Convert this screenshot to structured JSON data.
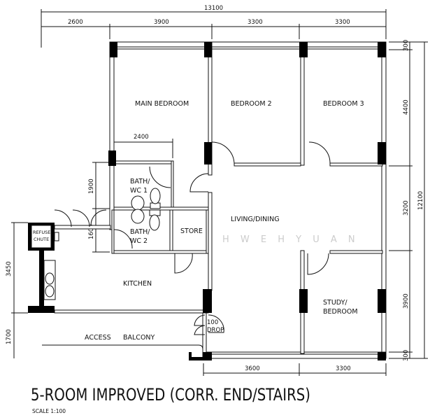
{
  "title": "5-ROOM IMPROVED (CORR. END/STAIRS)",
  "scale": "SCALE  1:100",
  "watermark": "H W E H Y U A N",
  "rooms": {
    "main_bedroom": "MAIN BEDROOM",
    "bedroom2": "BEDROOM 2",
    "bedroom3": "BEDROOM 3",
    "bath1_a": "BATH/",
    "bath1_b": "WC 1",
    "bath2_a": "BATH/",
    "bath2_b": "WC 2",
    "store": "STORE",
    "living": "LIVING/DINING",
    "kitchen": "KITCHEN",
    "study_a": "STUDY/",
    "study_b": "BEDROOM",
    "balcony_a": "ACCESS",
    "balcony_b": "BALCONY",
    "refuse_a": "REFUSE",
    "refuse_b": "CHUTE",
    "drop_a": "100",
    "drop_b": "DROP"
  },
  "dimensions": {
    "overall_width": "13100",
    "top": [
      "2600",
      "3900",
      "3300",
      "3300"
    ],
    "overall_depth": "12100",
    "right": [
      "300",
      "4400",
      "3200",
      "3900",
      "300"
    ],
    "left": [
      "3450",
      "1700"
    ],
    "bath_width": "2400",
    "bath1_depth": "1900",
    "bath2_depth": "1600",
    "bottom": [
      "3600",
      "3300"
    ]
  }
}
